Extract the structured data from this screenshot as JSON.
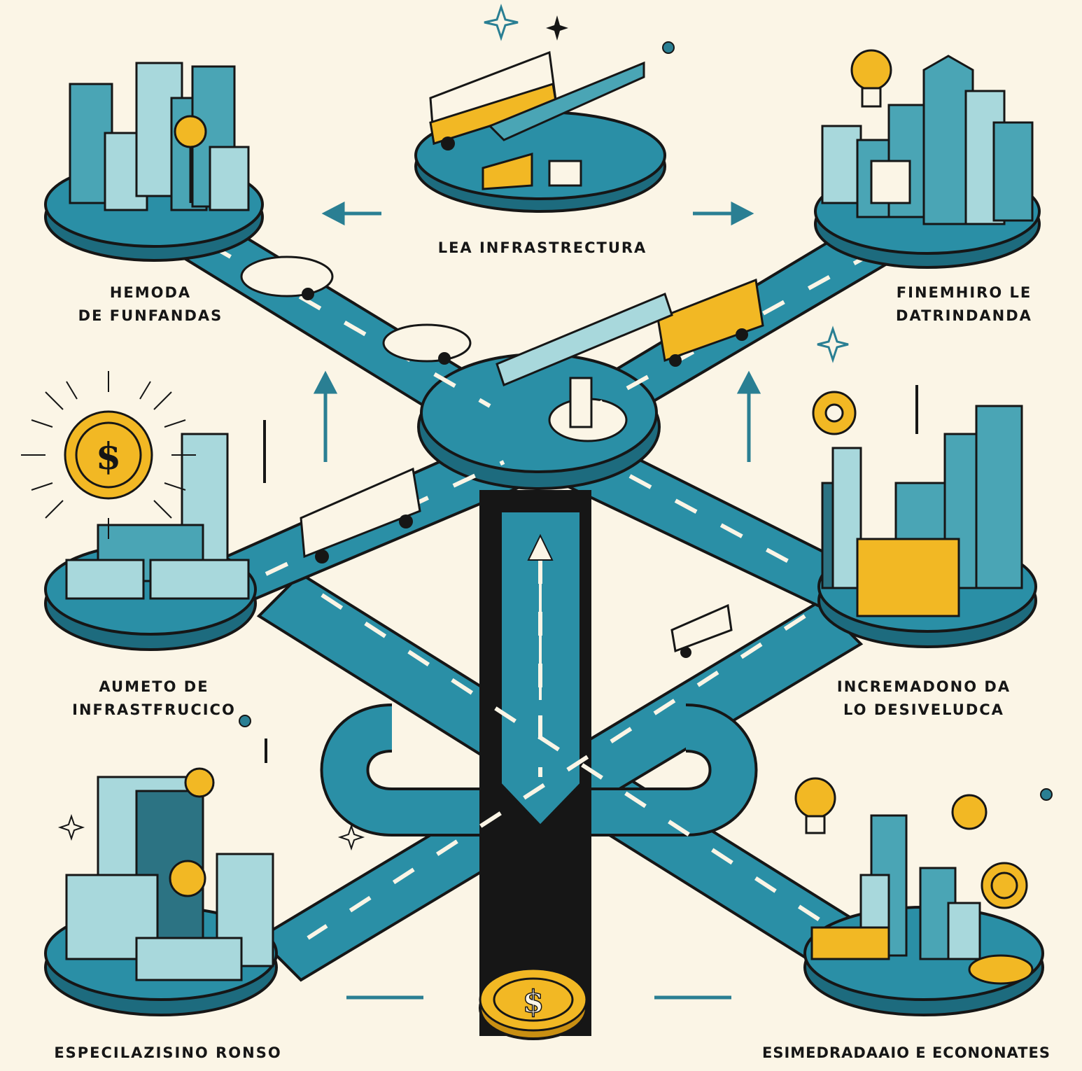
{
  "labels": {
    "top_center": "LEA INFRASTRECTURA",
    "upper_left": [
      "HEMODA",
      "DE FUNFANDAS"
    ],
    "upper_right": [
      "FINEMHIRO LE",
      "DATRINDANDA"
    ],
    "middle_left": [
      "AUMETO DE",
      "INFRASTFRUCICO"
    ],
    "middle_right": [
      "INCREMADONO DA",
      "LO DESIVELUDCA"
    ],
    "bottom_left": "ESPECILAZISINO RONSO",
    "bottom_right": "ESIMEDRADAAIO E ECONONATES"
  },
  "colors": {
    "background": "#fbf5e6",
    "road": "#2a8fa6",
    "road_dark": "#1d6b7e",
    "ink": "#161616",
    "gold": "#f2b824",
    "building": "#4aa5b5",
    "building_light": "#a8d8dc"
  },
  "icons": [
    "coin-icon",
    "sun-coin-icon",
    "lightbulb-icon",
    "bus-icon",
    "car-icon",
    "truck-icon",
    "train-icon",
    "sparkle-icon",
    "arrow-icon"
  ]
}
